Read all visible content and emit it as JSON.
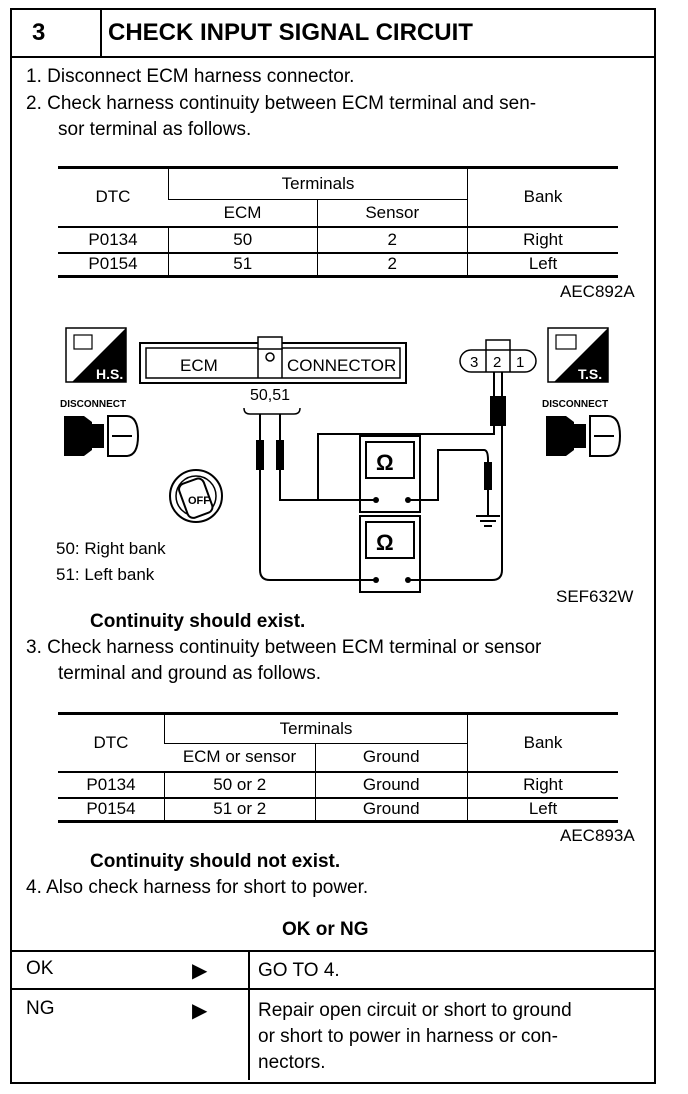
{
  "header": {
    "step": "3",
    "title": "CHECK INPUT SIGNAL CIRCUIT"
  },
  "steps": {
    "s1": "1.  Disconnect ECM harness connector.",
    "s2a": "2.  Check harness continuity between ECM terminal and sen-",
    "s2b": "sor terminal as follows.",
    "s3a": "3.  Check harness continuity between ECM terminal or sensor",
    "s3b": "terminal and ground as follows.",
    "s4": "4.  Also check harness for short to power."
  },
  "table1": {
    "h_dtc": "DTC",
    "h_terminals": "Terminals",
    "h_ecm": "ECM",
    "h_sensor": "Sensor",
    "h_bank": "Bank",
    "rows": [
      {
        "dtc": "P0134",
        "ecm": "50",
        "sensor": "2",
        "bank": "Right"
      },
      {
        "dtc": "P0154",
        "ecm": "51",
        "sensor": "2",
        "bank": "Left"
      }
    ],
    "code": "AEC892A"
  },
  "diagram": {
    "hs_label": "H.S.",
    "ts_label": "T.S.",
    "disconnect_left": "DISCONNECT",
    "disconnect_right": "DISCONNECT",
    "ecm_label": "ECM",
    "connector_label": "CONNECTOR",
    "terminal_label": "50,51",
    "sensor_pins": [
      "3",
      "2",
      "1"
    ],
    "ohm": "Ω",
    "off_label": "OFF",
    "legend1": "50:  Right  bank",
    "legend2": "51:  Left  bank",
    "code": "SEF632W"
  },
  "note1": "Continuity should exist.",
  "table2": {
    "h_dtc": "DTC",
    "h_terminals": "Terminals",
    "h_ecm": "ECM or sensor",
    "h_ground": "Ground",
    "h_bank": "Bank",
    "rows": [
      {
        "dtc": "P0134",
        "ecm": "50 or 2",
        "ground": "Ground",
        "bank": "Right"
      },
      {
        "dtc": "P0154",
        "ecm": "51 or 2",
        "ground": "Ground",
        "bank": "Left"
      }
    ],
    "code": "AEC893A"
  },
  "note2": "Continuity should not exist.",
  "ok_ng": "OK or NG",
  "results": [
    {
      "label": "OK",
      "arrow": "▶",
      "text1": "GO TO 4.",
      "text2": "",
      "text3": ""
    },
    {
      "label": "NG",
      "arrow": "▶",
      "text1": "Repair open circuit or short to ground",
      "text2": "or short to power in harness or con-",
      "text3": "nectors."
    }
  ]
}
